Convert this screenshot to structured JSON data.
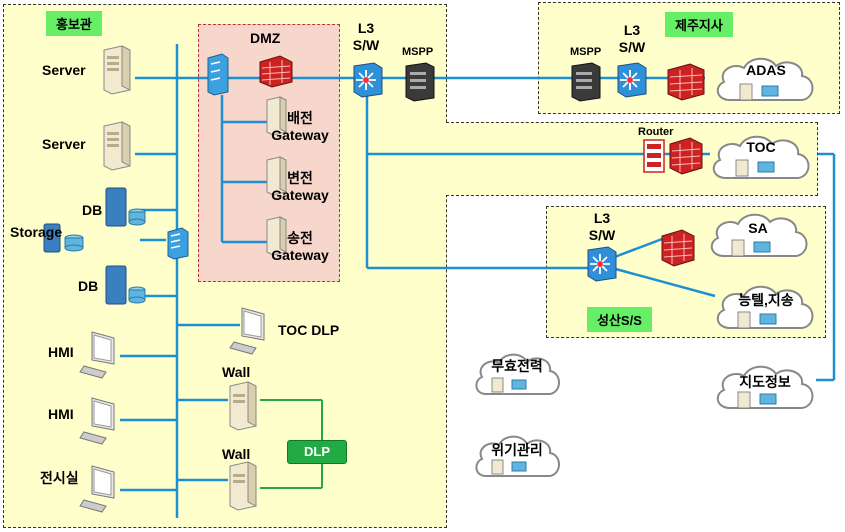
{
  "zones": {
    "hongbogwan": "홍보관",
    "jeju": "제주지사",
    "seongsan": "성산S/S",
    "dmz": "DMZ"
  },
  "devices": {
    "server1": "Server",
    "server2": "Server",
    "db1": "DB",
    "db2": "DB",
    "storage": "Storage",
    "hmi1": "HMI",
    "hmi2": "HMI",
    "exhibit": "전시실",
    "toc_dlp": "TOC DLP",
    "wall1": "Wall",
    "wall2": "Wall",
    "dlp": "DLP",
    "gw1_line1": "배전",
    "gw1_line2": "Gateway",
    "gw2_line1": "변전",
    "gw2_line2": "Gateway",
    "gw3_line1": "송전",
    "gw3_line2": "Gateway",
    "l3_main_line1": "L3",
    "l3_main_line2": "S/W",
    "mspp_main": "MSPP",
    "mspp_jeju": "MSPP",
    "l3_jeju_line1": "L3",
    "l3_jeju_line2": "S/W",
    "router": "Router",
    "l3_ss_line1": "L3",
    "l3_ss_line2": "S/W"
  },
  "clouds": {
    "adas": "ADAS",
    "toc": "TOC",
    "sa": "SA",
    "neungtel": "능텔,지송",
    "jido": "지도정보",
    "muhyo": "무효전력",
    "wigi": "위기관리"
  },
  "colors": {
    "zone_fill": "#ffffcc",
    "dmz_fill": "#f7d7cc",
    "tag_green": "#66ee66",
    "line_blue": "#1e8fd0",
    "dlp_green": "#22aa44"
  }
}
